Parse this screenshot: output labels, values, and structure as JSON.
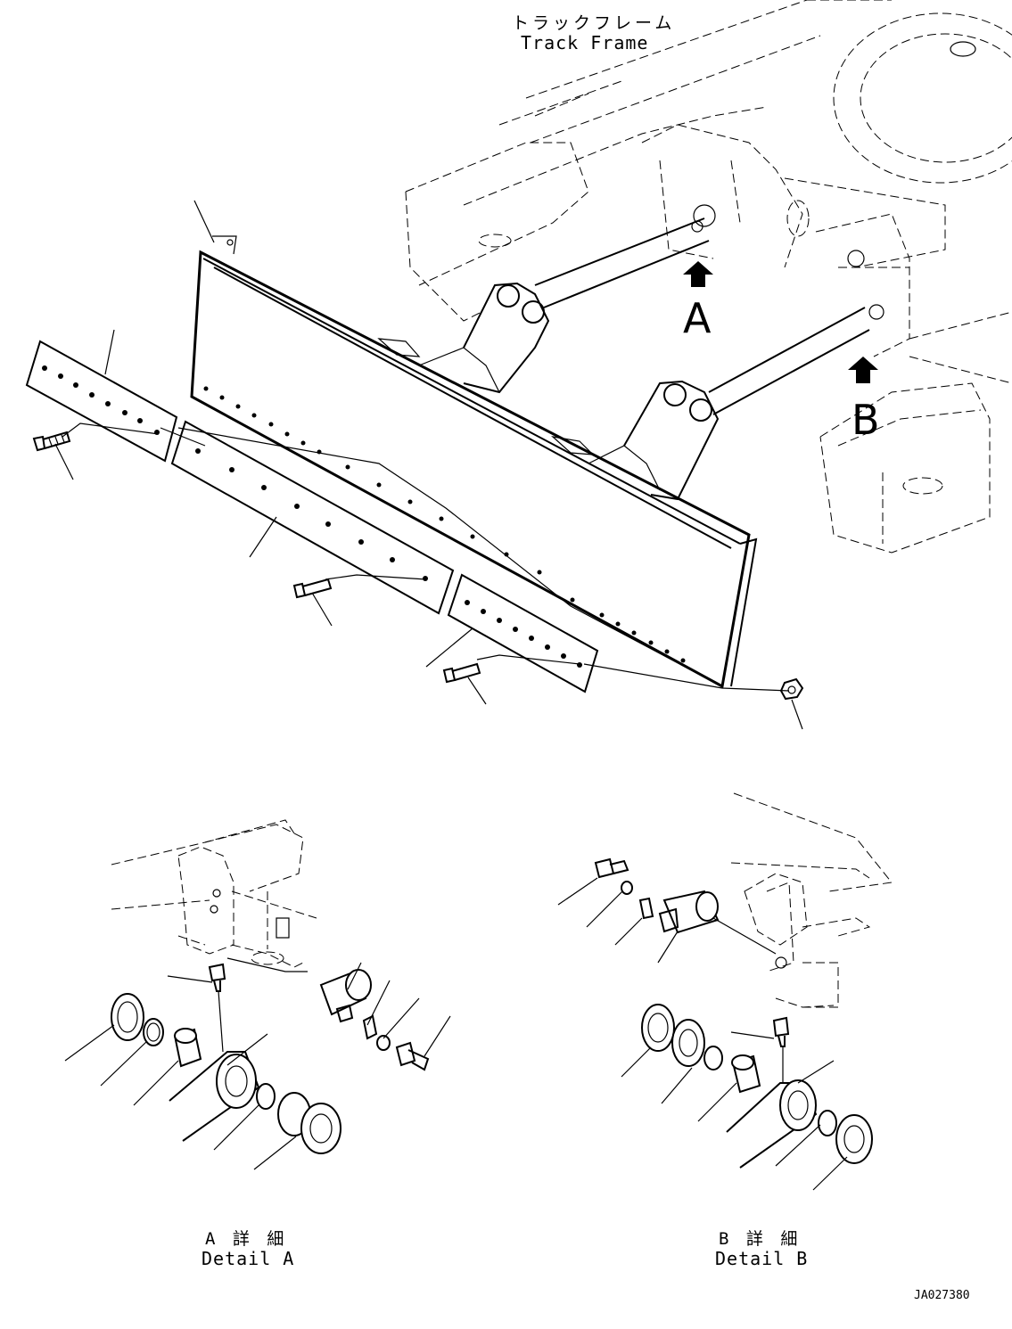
{
  "header": {
    "title_jp": "トラックフレーム",
    "title_en": "Track Frame"
  },
  "arrows": {
    "a_letter": "A",
    "b_letter": "B"
  },
  "details": {
    "a_jp": "A 詳 細",
    "a_en": "Detail A",
    "b_jp": "B 詳 細",
    "b_en": "Detail B"
  },
  "drawing_code": "JA027380",
  "icons": [
    "arrow-up-icon"
  ]
}
